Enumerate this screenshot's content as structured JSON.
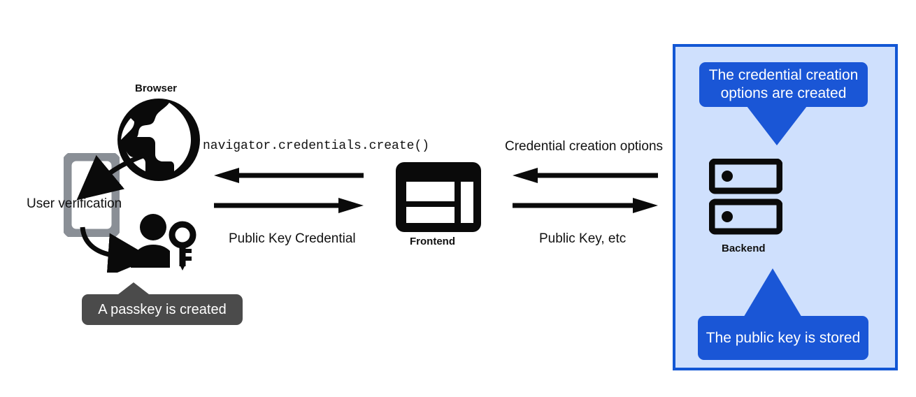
{
  "diagram": {
    "title": "Passkey registration flow",
    "background": "#ffffff"
  },
  "colors": {
    "panel_fill": "#cfe0fd",
    "panel_border": "#1357d4",
    "callout_blue": "#1a56d6",
    "callout_dark": "#4b4b4b",
    "icon_black": "#0a0a0a",
    "phone_gray": "#8a8f96",
    "text_dark": "#111111",
    "text_light": "#ffffff"
  },
  "nodes": {
    "browser": {
      "label": "Browser",
      "icon": "globe-icon"
    },
    "frontend": {
      "label": "Frontend",
      "icon": "frontend-window-icon"
    },
    "backend": {
      "label": "Backend",
      "icon": "server-racks-icon"
    },
    "phone": {
      "icon": "smartphone-icon"
    },
    "user": {
      "icon": "user-with-key-icon"
    }
  },
  "annotations": {
    "user_verification": "User verification",
    "passkey_created": "A passkey is created",
    "credential_options_created": "The credential creation options are created",
    "public_key_stored": "The public key is stored"
  },
  "flows": [
    {
      "id": "navigator-create",
      "label": "navigator.credentials.create()",
      "direction": "left",
      "from": "frontend",
      "to": "browser",
      "style": "monospace"
    },
    {
      "id": "public-key-credential",
      "label": "Public Key Credential",
      "direction": "right",
      "from": "browser",
      "to": "frontend",
      "style": "sans"
    },
    {
      "id": "credential-creation-options",
      "label": "Credential creation options",
      "direction": "left",
      "from": "backend",
      "to": "frontend",
      "style": "sans"
    },
    {
      "id": "public-key-etc",
      "label": "Public Key, etc",
      "direction": "right",
      "from": "frontend",
      "to": "backend",
      "style": "sans"
    }
  ],
  "icon_names": {
    "globe": "globe-icon",
    "frontend_window": "frontend-window-icon",
    "server": "server-racks-icon",
    "smartphone": "smartphone-icon",
    "user_key": "user-with-key-icon",
    "arrow_left": "arrow-left-icon",
    "arrow_right": "arrow-right-icon",
    "curved_arrow": "curved-arrow-icon"
  }
}
